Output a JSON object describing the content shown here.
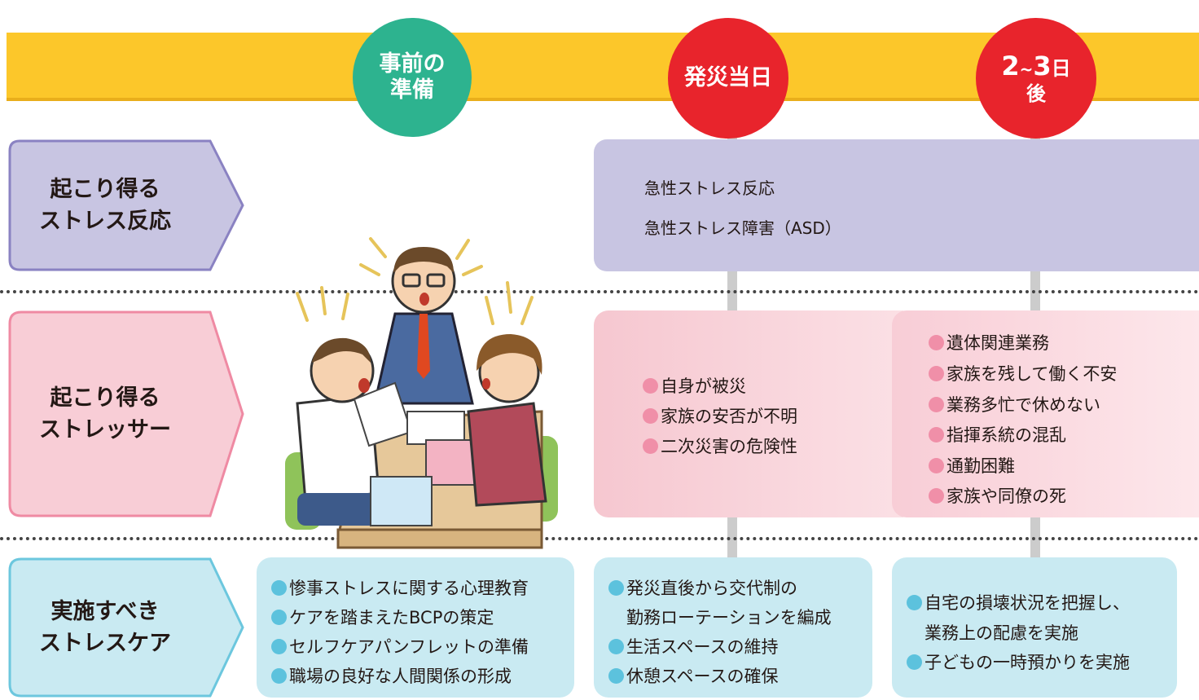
{
  "phases": {
    "pre": [
      "事前の",
      "準備"
    ],
    "day": "発災当日",
    "after": {
      "num": "2",
      "sep": "~",
      "num2": "3",
      "unit": "日",
      "sub": "後"
    }
  },
  "rows": {
    "reaction": {
      "label": [
        "起こり得る",
        "ストレス反応"
      ],
      "items": [
        "急性ストレス反応",
        "急性ストレス障害（ASD）"
      ]
    },
    "stressor": {
      "label": [
        "起こり得る",
        "ストレッサー"
      ],
      "day_items": [
        "自身が被災",
        "家族の安否が不明",
        "二次災害の危険性"
      ],
      "after_items": [
        "遺体関連業務",
        "家族を残して働く不安",
        "業務多忙で休めない",
        "指揮系統の混乱",
        "通勤困難",
        "家族や同僚の死"
      ]
    },
    "care": {
      "label": [
        "実施すべき",
        "ストレスケア"
      ],
      "pre_items": [
        "惨事ストレスに関する心理教育",
        "ケアを踏まえたBCPの策定",
        "セルフケアパンフレットの準備",
        "職場の良好な人間関係の形成"
      ],
      "day_items": [
        "発災直後から交代制の",
        "勤務ローテーションを編成",
        "生活スペースの維持",
        "休憩スペースの確保"
      ],
      "after_items": [
        "自宅の損壊状況を把握し、",
        "業務上の配慮を実施",
        "子どもの一時預かりを実施"
      ]
    }
  },
  "colors": {
    "timeline": "#fcc72a",
    "pre_circle": "#2db38f",
    "day_circle": "#e8242c",
    "reaction": "#c8c5e2",
    "stressor": "#f8cdd6",
    "care": "#c9eaf2",
    "reaction_border": "#8a82c2",
    "stressor_border": "#ef8aa3",
    "care_border": "#6cc7de"
  }
}
